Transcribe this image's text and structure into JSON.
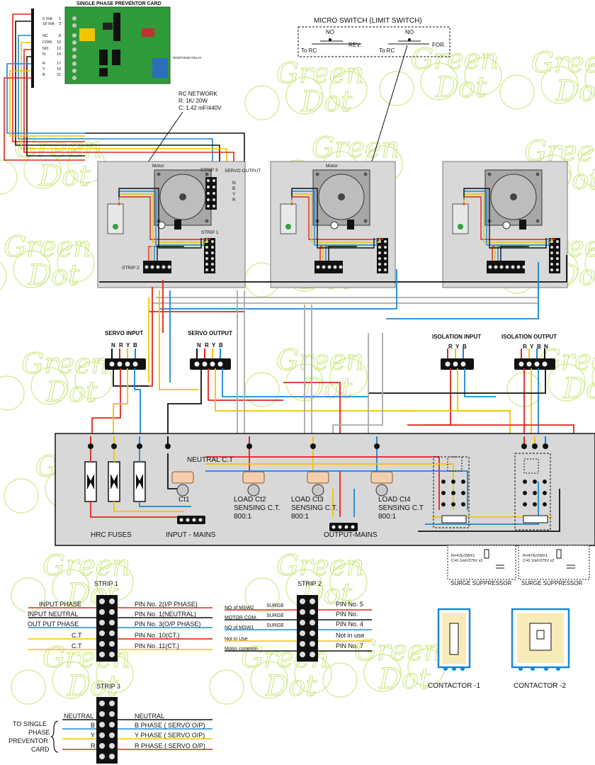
{
  "card": {
    "title": "SINGLE PHASE PREVENTOR CARD",
    "pins": [
      "0 Volt",
      "18 Volt",
      "NC",
      "COM.",
      "NO",
      "N",
      "R",
      "Y",
      "B"
    ],
    "pin_numbers": [
      "1",
      "3",
      "8",
      "10",
      "12",
      "14",
      "17",
      "19",
      "21"
    ],
    "response_delay": "RESPONSE DELAY"
  },
  "micro_switch": {
    "title": "MICRO SWITCH (LIMIT SWITCH)",
    "no": "NO",
    "to_rc": "To RC",
    "rev": "REV.",
    "for": "FOR."
  },
  "rc_network": {
    "title": "RC NETWORK",
    "r": "R: 1K/ 20W",
    "c": "C: 1.42 mF/440V"
  },
  "servo_panel": {
    "motor": "Motor",
    "strip1": "STRIP 1",
    "strip2": "STRIP 2",
    "strip3": "STRIP 3",
    "servo_output": "SERVO OUTPUT",
    "n": "N",
    "b": "B",
    "y": "Y",
    "r": "R"
  },
  "terminals": {
    "servo_input": "SERVO INPUT",
    "servo_output": "SERVO OUTPUT",
    "isolation_input": "ISOLATION INPUT",
    "isolation_output": "ISOLATION OUTPUT",
    "nryb": [
      "N",
      "R",
      "Y",
      "B"
    ],
    "ryb": [
      "R",
      "Y",
      "B"
    ],
    "rybn": [
      "R",
      "Y",
      "B",
      "N"
    ]
  },
  "main_panel": {
    "neutral_ct": "NEUTRAL C.T",
    "ct1": "Ct1",
    "load_ct2": "LOAD Ct2",
    "load_ct3": "LOAD  Ct3",
    "load_ct4": "LOAD Ct4",
    "sensing_ct": "SENSING C.T.",
    "sensing_ct_trunc": "SENSING C.T",
    "ratio": "800:1",
    "hrc_fuses": "HRC FUSES",
    "input_mains": "INPUT - MAINS",
    "output_mains": "OUTPUT-MAINS"
  },
  "surge": {
    "spec1_r": "R=47E/2WX1",
    "spec1_c": "C=0.1mF/275V x2",
    "spec2_r": "R=47/E/2WX1",
    "spec2_c": "C=0.1mF/275V x2",
    "label": "SURGE SUPPRESSOR"
  },
  "strip1_legend": {
    "title": "STRIP 1",
    "left": [
      "INPUT PHASE",
      "INPUT NEUTRAL",
      "OUT PUT PHASE",
      "C.T",
      "C.T"
    ],
    "right": [
      "PIN No. 2(I/P PHASE)",
      "PIN No. 1(NEUTRAL)",
      "PIN No. 3(O/P PHASE)",
      "PIN No. 10(CT.)",
      "PIN No. 11(CT.)"
    ]
  },
  "strip2_legend": {
    "title": "STRIP 2",
    "left": [
      "NO of MSW2",
      "MOTOR COM.",
      "NO of MSW1",
      "Not in Use",
      "Motor common"
    ],
    "surge": "SURGE",
    "right": [
      "PIN No. 5",
      "PIN No.",
      "PIN No. 4",
      "Not in use",
      "PIN No. 7"
    ]
  },
  "strip3_legend": {
    "title": "STRIP 3",
    "left_text": [
      "TO SINGLE",
      "PHASE",
      "PREVENTOR",
      "CARD"
    ],
    "left": [
      "NEUTRAL",
      "B",
      "Y",
      "R"
    ],
    "right": [
      "NEUTRAL",
      "B PHASE ( SERVO O/P)",
      "Y PHASE ( SERVO O/P)",
      "R PHASE ( SERVO O/P)"
    ]
  },
  "contactors": {
    "c1": "CONTACTOR -1",
    "c2": "CONTACTOR -2"
  },
  "watermark": "Green Dot",
  "colors": {
    "red": "#e0261b",
    "yellow": "#f4c300",
    "blue": "#1a87d6",
    "black": "#111111",
    "grey_panel": "#d8d8d8",
    "watermark": "#c7e67a"
  }
}
